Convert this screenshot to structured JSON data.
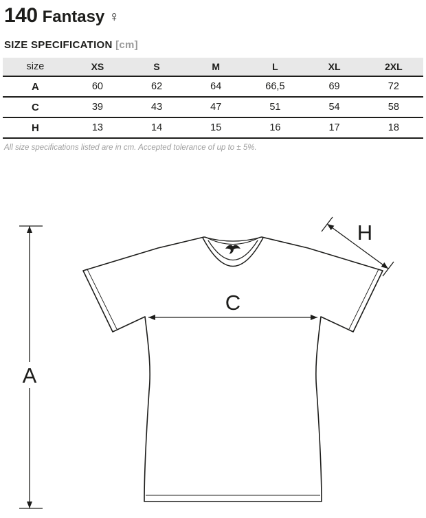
{
  "header": {
    "product_code": "140",
    "product_name": "Fantasy",
    "gender_symbol": "♀"
  },
  "spec": {
    "title": "SIZE SPECIFICATION",
    "unit": "[cm]"
  },
  "size_table": {
    "columns": [
      "size",
      "XS",
      "S",
      "M",
      "L",
      "XL",
      "2XL"
    ],
    "rows": [
      {
        "label": "A",
        "values": [
          "60",
          "62",
          "64",
          "66,5",
          "69",
          "72"
        ]
      },
      {
        "label": "C",
        "values": [
          "39",
          "43",
          "47",
          "51",
          "54",
          "58"
        ]
      },
      {
        "label": "H",
        "values": [
          "13",
          "14",
          "15",
          "16",
          "17",
          "18"
        ]
      }
    ]
  },
  "footnote": "All size specifications listed are in cm. Accepted tolerance of up to ± 5%.",
  "diagram": {
    "dimension_labels": {
      "height": "A",
      "chest": "C",
      "sleeve": "H"
    }
  },
  "colors": {
    "table_header_bg": "#e8e8e8",
    "table_border": "#1d1d1b",
    "heading_text": "#1d1d1b",
    "muted_text": "#9e9e9e"
  }
}
